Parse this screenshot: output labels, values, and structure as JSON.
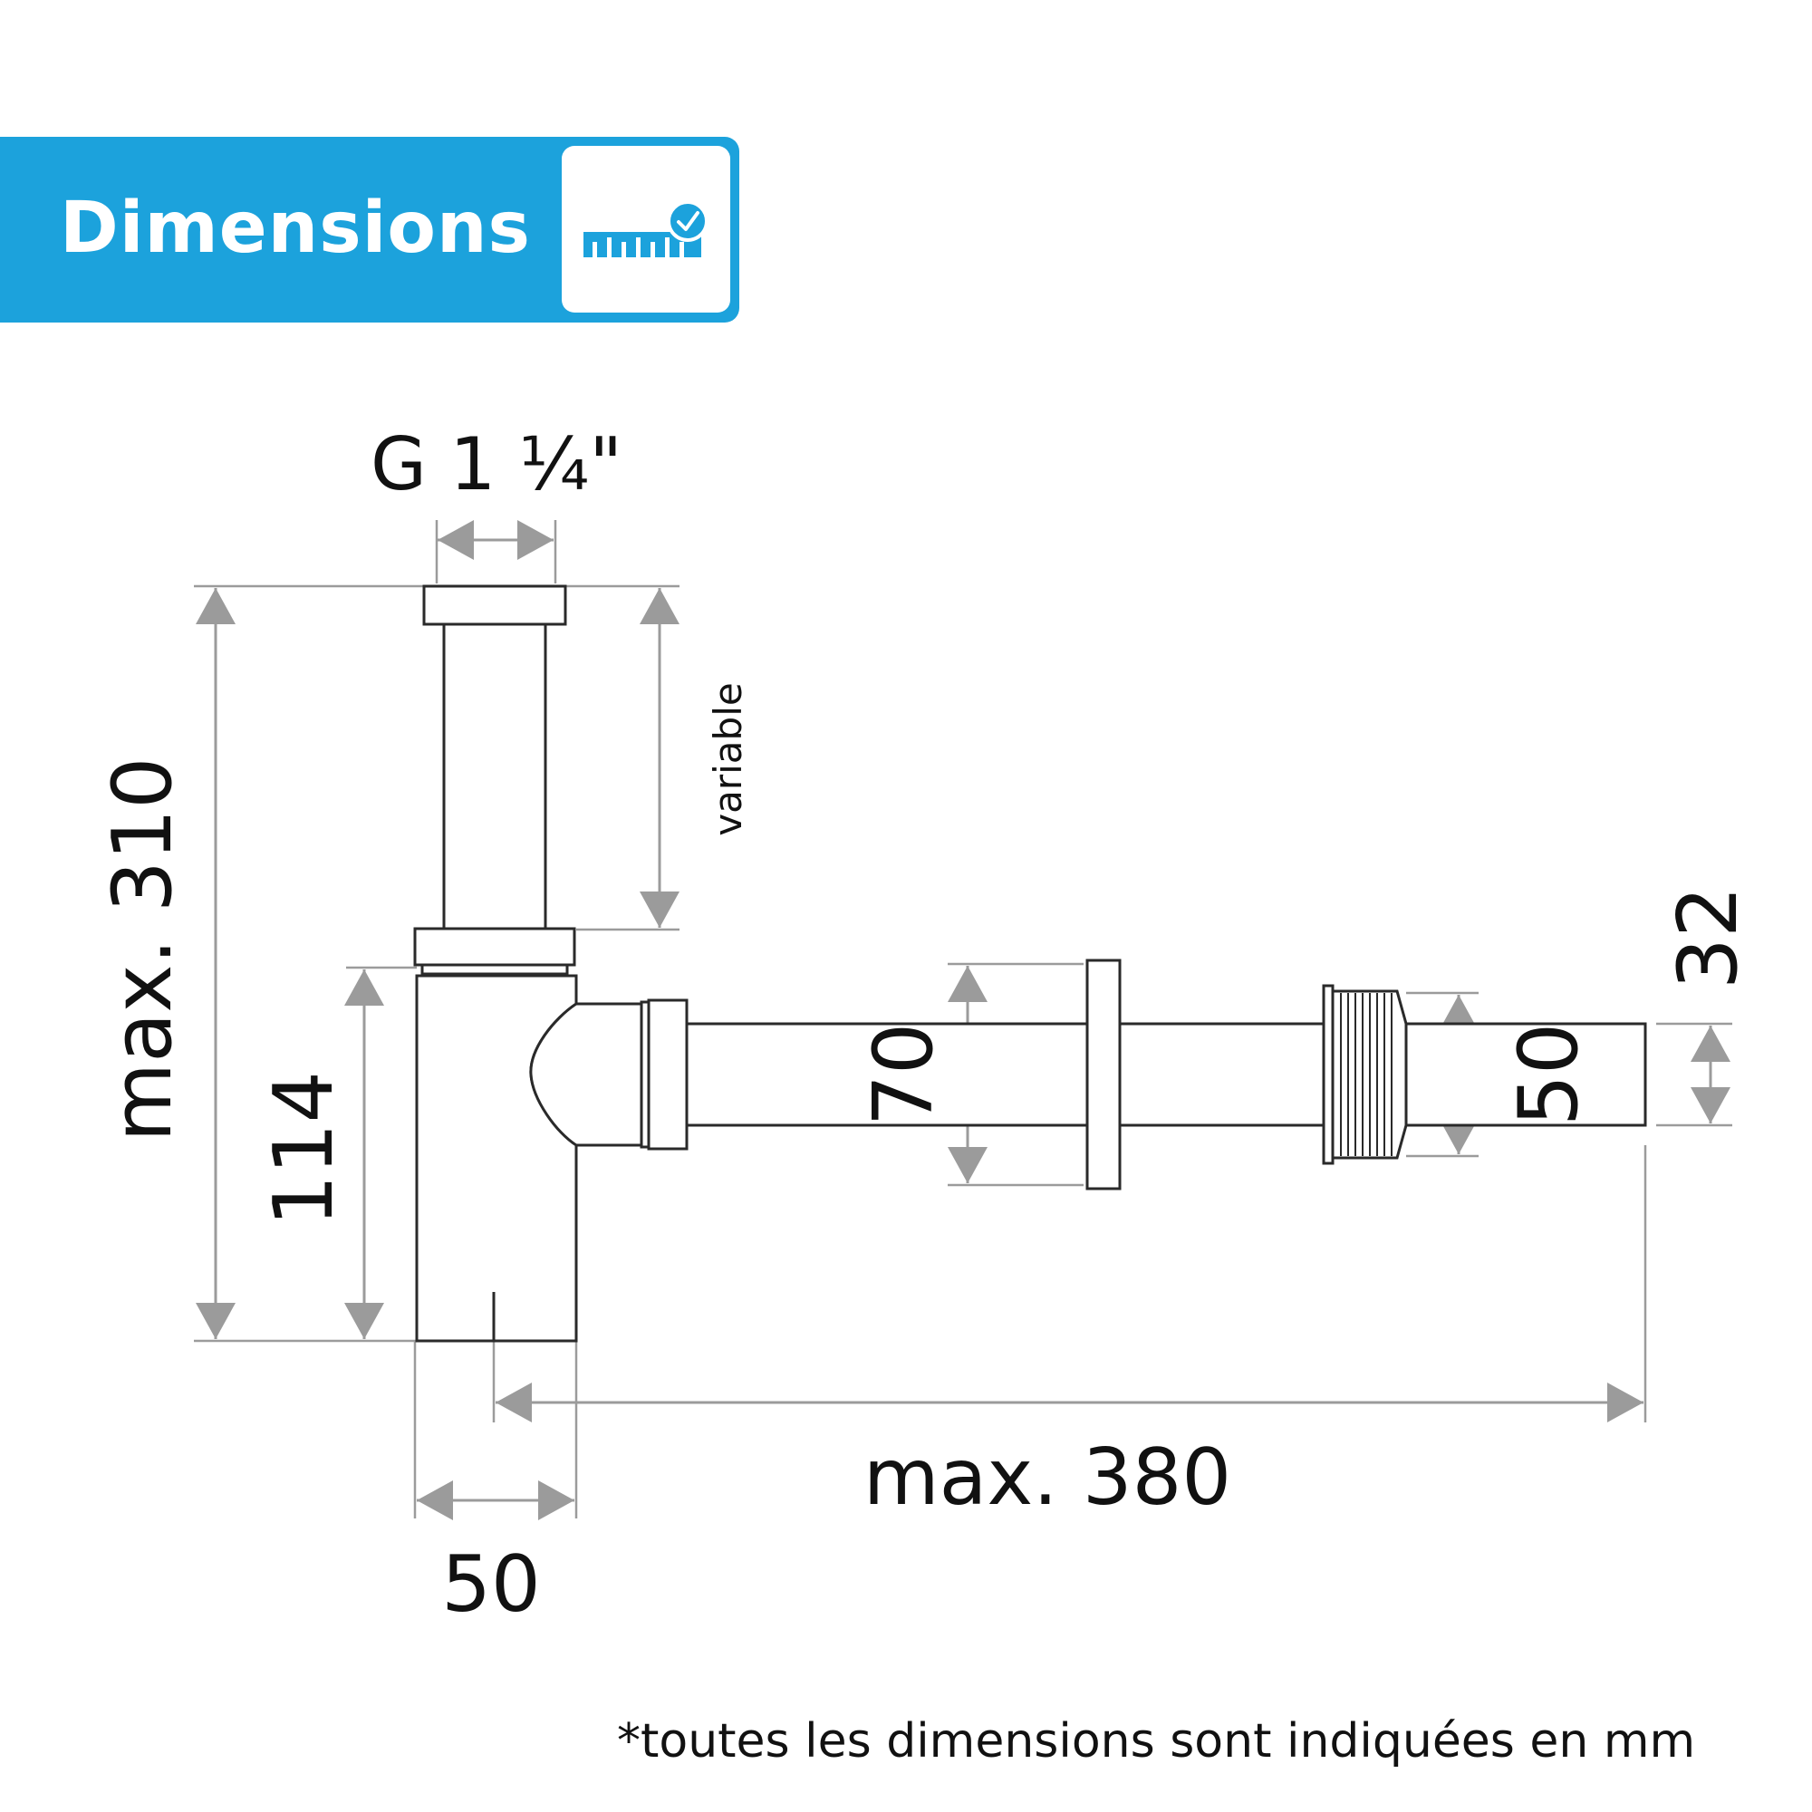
{
  "header": {
    "title": "Dimensions",
    "icon": "ruler-check-icon",
    "accent": "#1ca2dc"
  },
  "labels": {
    "thread": "G 1 ¼\"",
    "variable": "variable",
    "max_height": "max. 310",
    "trap_height": "114",
    "outlet_flange": "70",
    "outlet_nut": "50",
    "outlet_pipe": "32",
    "max_length": "max. 380",
    "body_width": "50"
  },
  "footnote": "*toutes les dimensions sont indiquées en mm"
}
